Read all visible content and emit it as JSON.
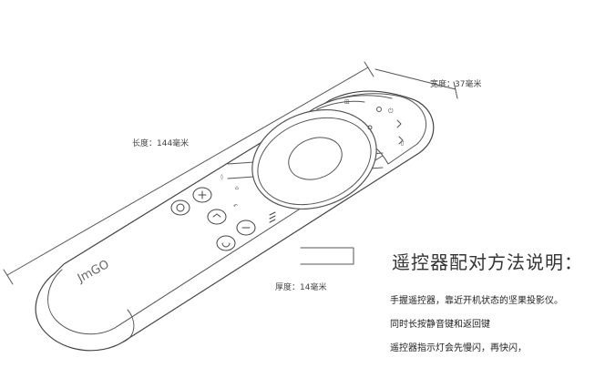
{
  "dimensions": {
    "width_label": "宽度：37毫米",
    "length_label": "长度：144毫米",
    "thickness_label": "厚度：14毫米"
  },
  "brand": {
    "logo_text": "JmGO"
  },
  "instructions": {
    "heading": "遥控器配对方法说明：",
    "lines": [
      "手握遥控器，靠近开机状态的坚果投影仪。",
      "同时长按静音键和返回键",
      "遥控器指示灯会先慢闪，再快闪，"
    ]
  },
  "buttons": [
    {
      "name": "home-button",
      "icon": "home-icon"
    },
    {
      "name": "settings-button",
      "icon": "settings-icon"
    },
    {
      "name": "mute-button",
      "icon": "mute-icon"
    },
    {
      "name": "back-button",
      "icon": "back-icon"
    },
    {
      "name": "menu-button",
      "icon": "menu-icon"
    },
    {
      "name": "power-button",
      "icon": "power-icon"
    },
    {
      "name": "volume-button",
      "icon": "volume-icon"
    }
  ]
}
